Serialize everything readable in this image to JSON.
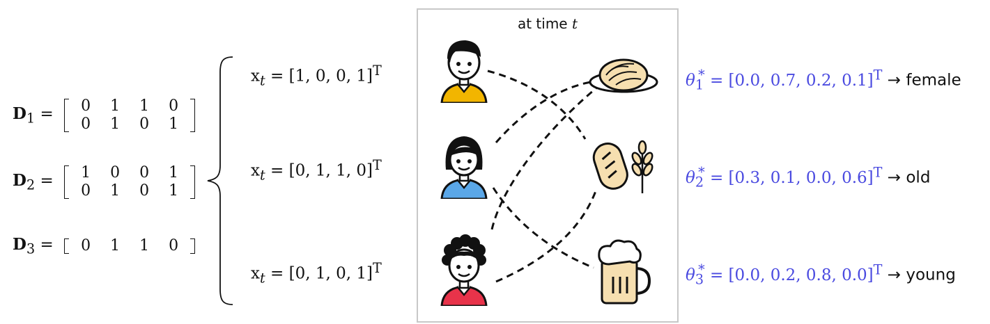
{
  "matrices": {
    "d1": {
      "label": "D",
      "sub": "1",
      "rows": [
        [
          "0",
          "1",
          "1",
          "0"
        ],
        [
          "0",
          "1",
          "0",
          "1"
        ]
      ]
    },
    "d2": {
      "label": "D",
      "sub": "2",
      "rows": [
        [
          "1",
          "0",
          "0",
          "1"
        ],
        [
          "0",
          "1",
          "0",
          "1"
        ]
      ]
    },
    "d3": {
      "label": "D",
      "sub": "3",
      "rows": [
        [
          "0",
          "1",
          "1",
          "0"
        ]
      ]
    }
  },
  "contexts": [
    {
      "var": "x",
      "sub": "t",
      "value": "[1, 0, 0, 1]",
      "sup": "T"
    },
    {
      "var": "x",
      "sub": "t",
      "value": "[0, 1, 1, 0]",
      "sup": "T"
    },
    {
      "var": "x",
      "sub": "t",
      "value": "[0, 1, 0, 1]",
      "sup": "T"
    }
  ],
  "panel": {
    "title_prefix": "at time ",
    "title_var": "t"
  },
  "people": [
    {
      "icon": "man-short-hair-yellow-shirt-icon",
      "shirt": "#f2b500"
    },
    {
      "icon": "woman-bob-hair-blue-shirt-icon",
      "shirt": "#5aa7e8"
    },
    {
      "icon": "man-curly-hair-red-shirt-icon",
      "shirt": "#e8334a"
    }
  ],
  "items": [
    {
      "icon": "pasta-plate-icon"
    },
    {
      "icon": "bread-wheat-icon"
    },
    {
      "icon": "beer-mug-icon"
    }
  ],
  "thetas": [
    {
      "sym": "θ",
      "sub": "1",
      "sup": "*",
      "value": "= [0.0, 0.7, 0.2, 0.1]",
      "valsup": "T",
      "arrow": "→",
      "label": "female"
    },
    {
      "sym": "θ",
      "sub": "2",
      "sup": "*",
      "value": "= [0.3, 0.1, 0.0, 0.6]",
      "valsup": "T",
      "arrow": "→",
      "label": "old"
    },
    {
      "sym": "θ",
      "sub": "3",
      "sup": "*",
      "value": "= [0.0, 0.2, 0.8, 0.0]",
      "valsup": "T",
      "arrow": "→",
      "label": "young"
    }
  ],
  "colors": {
    "theta": "#4a4ae0",
    "panel_border": "#c8c8c8"
  }
}
